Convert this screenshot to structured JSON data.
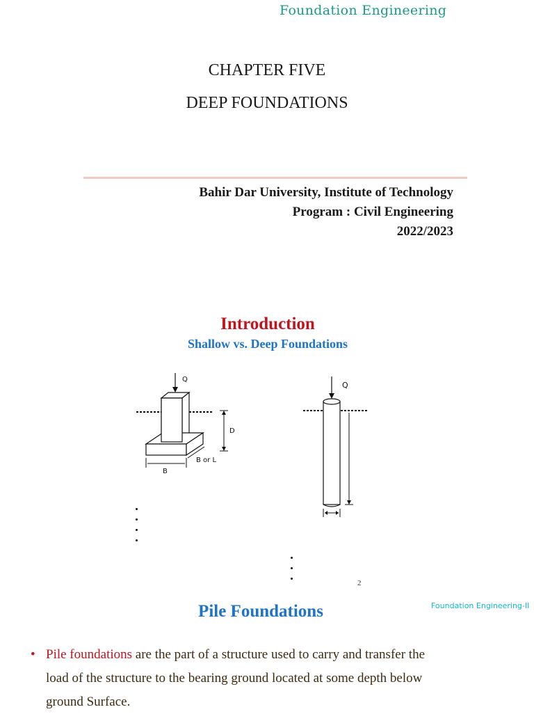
{
  "header": {
    "title": "Foundation Engineering"
  },
  "cover": {
    "chapter": "CHAPTER FIVE",
    "subtitle": "DEEP FOUNDATIONS",
    "affiliation": [
      "Bahir Dar University, Institute of Technology",
      "Program : Civil Engineering",
      "2022/2023"
    ]
  },
  "intro": {
    "title": "Introduction",
    "subtitle": "Shallow vs. Deep Foundations",
    "shallow_labels": {
      "load": "Q",
      "depth": "D",
      "width": "B",
      "length": "B or L"
    },
    "deep_labels": {
      "load": "Q"
    }
  },
  "page_number": "2",
  "footer_label": "Foundation Engineering-II",
  "pile": {
    "title": "Pile Foundations",
    "bullet_term": "Pile foundations",
    "bullet_line1_rest": " are the part of a structure used to carry and transfer the",
    "bullet_line2": "load of the structure to the bearing ground located at some depth below",
    "bullet_line3": "ground Surface."
  },
  "colors": {
    "header_teal": "#1a9a8a",
    "intro_red": "#c0141e",
    "accent_blue": "#1f74c4",
    "footer_cyan": "#12b6c8",
    "rule_pink": "#f3c9c4"
  }
}
